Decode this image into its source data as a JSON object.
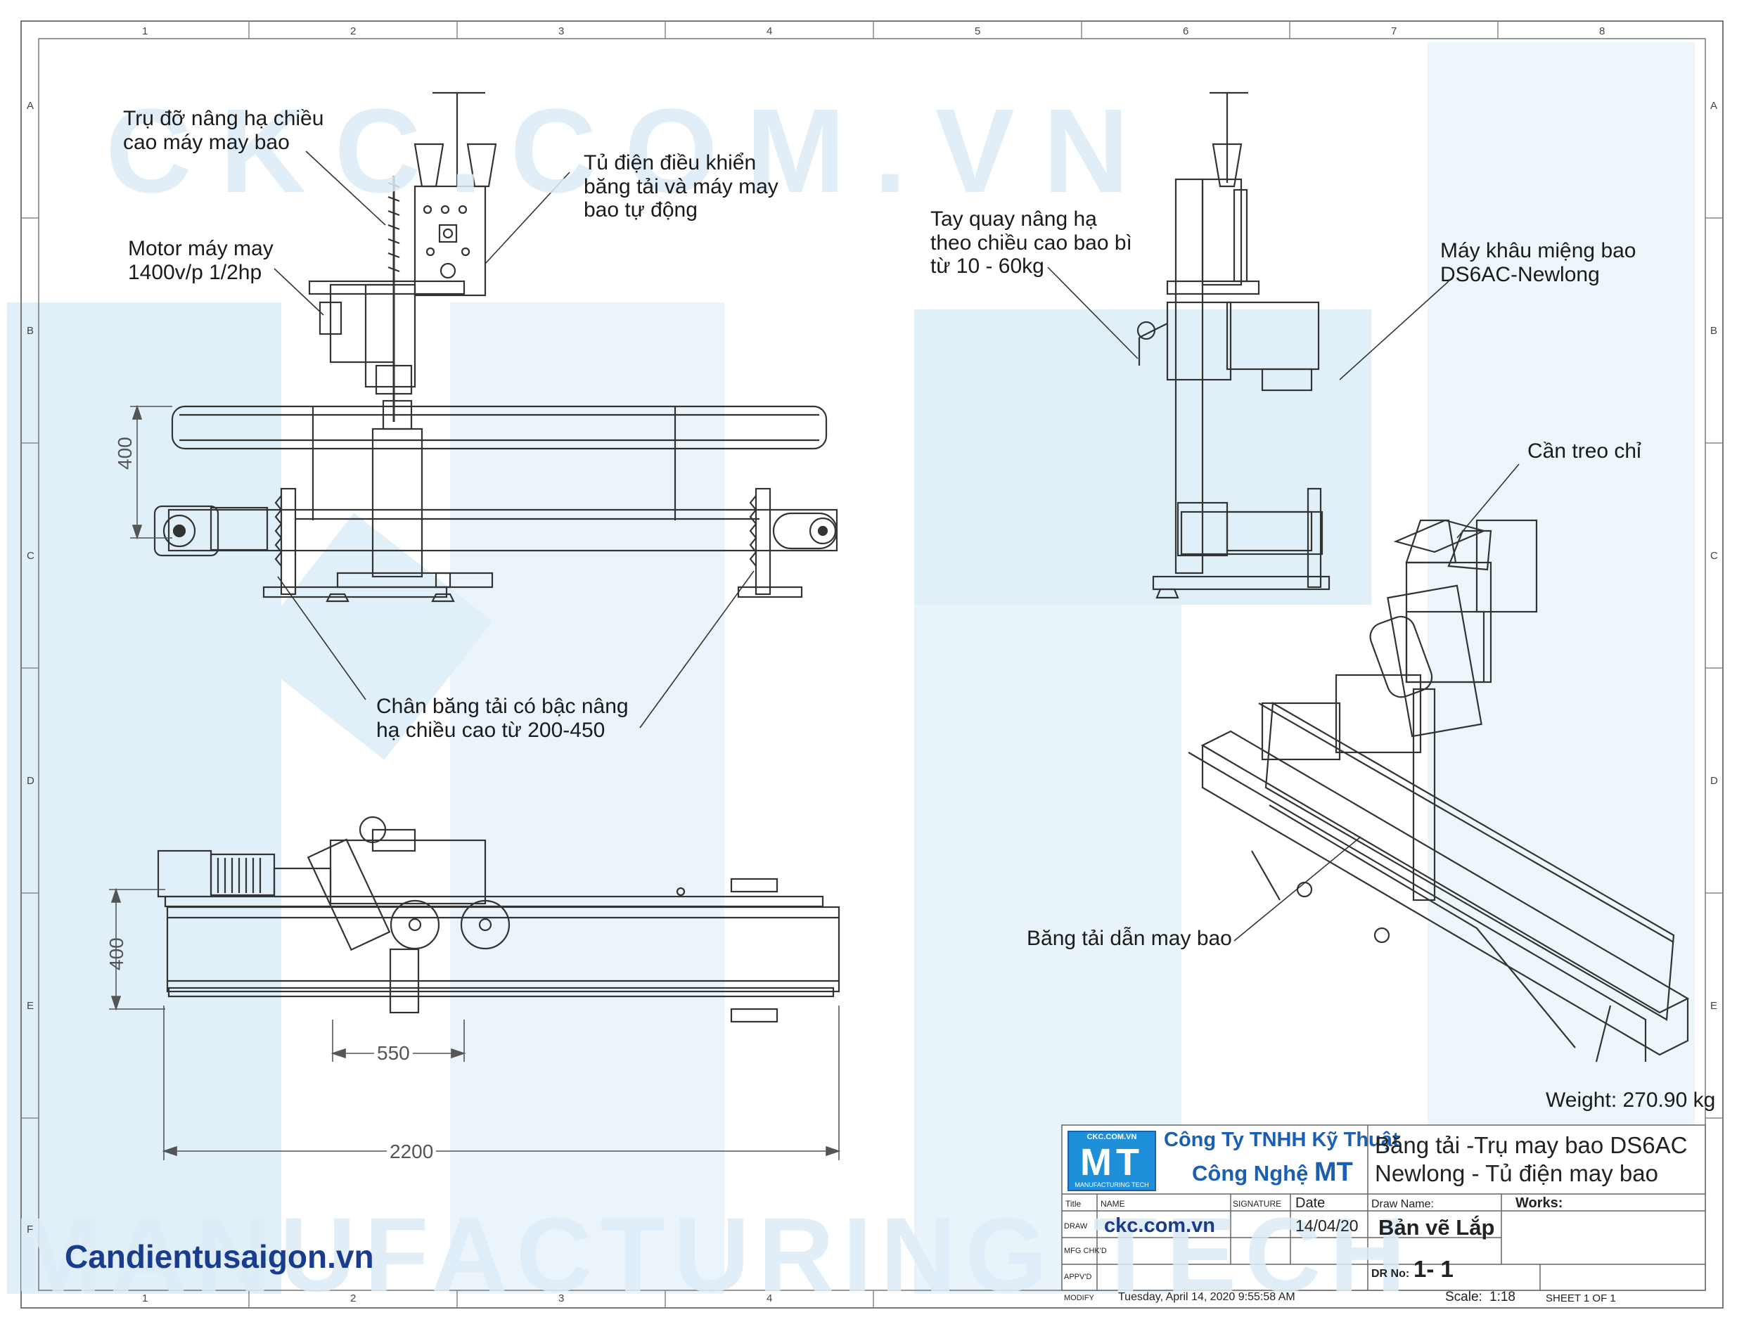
{
  "watermarks": {
    "top_text": "CKC.COM.VN",
    "bottom_text": "MANUFACTURING TECH",
    "big_letters": "MT",
    "color": "#dcecf7"
  },
  "grid": {
    "columns": [
      "1",
      "2",
      "3",
      "4",
      "5",
      "6",
      "7",
      "8"
    ],
    "rows": [
      "A",
      "B",
      "C",
      "D",
      "E",
      "F"
    ]
  },
  "annotations": {
    "lift_pillar": "Trụ đỡ nâng hạ chiều\ncao máy may bao",
    "control_box": "Tủ điện điều khiển\nbăng tải và máy may\nbao tự động",
    "motor": "Motor máy may\n1400v/p 1/2hp",
    "conveyor_legs": "Chân băng tải có bậc nâng\nhạ chiều cao từ 200-450",
    "hand_crank": "Tay quay nâng hạ\ntheo chiều cao bao bì\ntừ 10 - 60kg",
    "sewing_machine": "Máy khâu miệng bao\nDS6AC-Newlong",
    "thread_stand": "Cần treo chỉ",
    "conveyor_belt": "Băng tải dẫn may bao"
  },
  "dimensions": {
    "front_height": "400",
    "top_height": "400",
    "top_width_small": "550",
    "overall_length": "2200"
  },
  "weight": "Weight: 270.90 kg",
  "watermark_site": "Candientusaigon.vn",
  "title_block": {
    "logo_top": "CKC.COM.VN",
    "logo_letters": "MT",
    "logo_sub": "MANUFACTURING TECH",
    "company_line1": "Công Ty TNHH Kỹ Thuật",
    "company_line2_a": "Công Nghệ ",
    "company_line2_b": "MT",
    "drawing_title_line1": "Băng tải -Trụ may bao DS6AC",
    "drawing_title_line2": "Newlong - Tủ điện may bao",
    "hdr_title": "Title",
    "hdr_name": "NAME",
    "hdr_signature": "SIGNATURE",
    "hdr_date": "Date",
    "hdr_draw_name": "Draw Name:",
    "hdr_works": "Works:",
    "row_draw": "DRAW",
    "row_mfg": "MFG CHK'D",
    "row_appvd": "APPV'D",
    "row_modify": "MODIFY",
    "website": "ckc.com.vn",
    "date_value": "14/04/20",
    "draw_name_value": "Bản vẽ Lắp",
    "dr_no_label": "DR No:",
    "dr_no_value": "1- 1",
    "modify_value": "Tuesday, April 14, 2020 9:55:58 AM",
    "scale_label": "Scale:",
    "scale_value": "1:18",
    "sheet": "SHEET 1 OF 1",
    "accent": "#1a5fb4",
    "brand": "#1e8fd8"
  }
}
